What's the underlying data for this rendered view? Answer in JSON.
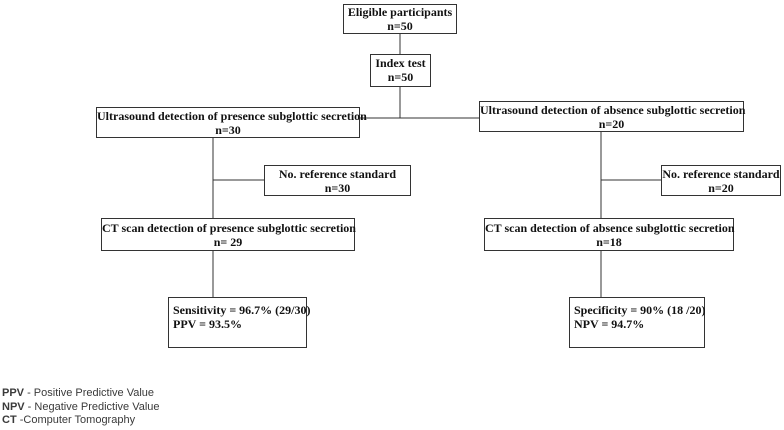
{
  "diagram": {
    "nodes": {
      "eligible": {
        "line1": "Eligible participants",
        "line2": "n=50"
      },
      "index_test": {
        "line1": "Index test",
        "line2": "n=50"
      },
      "us_presence": {
        "line1": "Ultrasound detection of presence subglottic secretion",
        "line2": "n=30"
      },
      "us_absence": {
        "line1": "Ultrasound detection of absence  subglottic secretion",
        "line2": "n=20"
      },
      "ref_left": {
        "line1": "No. reference standard",
        "line2": "n=30"
      },
      "ref_right": {
        "line1": "No. reference standard",
        "line2": "n=20"
      },
      "ct_presence": {
        "line1": "CT scan detection of presence subglottic secretion",
        "line2": "n= 29"
      },
      "ct_absence": {
        "line1": "CT scan detection of absence  subglottic secretion",
        "line2": "n=18"
      },
      "result_left": {
        "line1": "Sensitivity = 96.7% (29/30)",
        "line2": "PPV = 93.5%"
      },
      "result_right": {
        "line1": "Specificity = 90% (18 /20)",
        "line2": "NPV = 94.7%"
      }
    }
  },
  "legend": [
    {
      "abbr": "PPV",
      "text": " - Positive Predictive Value"
    },
    {
      "abbr": "NPV",
      "text": " - Negative Predictive Value"
    },
    {
      "abbr": "CT",
      "text": " -Computer Tomography"
    }
  ]
}
